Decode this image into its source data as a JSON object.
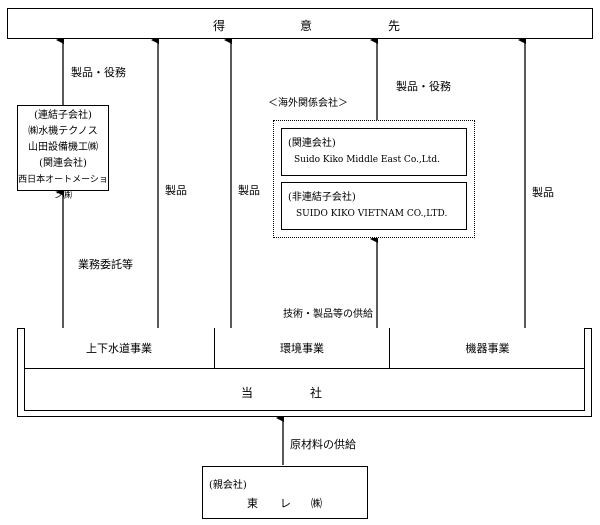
{
  "customers": {
    "c1": "得",
    "c2": "意",
    "c3": "先"
  },
  "consolidated": {
    "header": "(連結子会社)",
    "name1": "㈱水機テクノス",
    "name2": "山田設備機工㈱",
    "assoc_header": "(関連会社)",
    "name3": "西日本オートメーション㈱"
  },
  "overseas": {
    "title": "＜海外関係会社＞",
    "box1_header": "(関連会社)",
    "box1_name": "Suido Kiko Middle East Co.,Ltd.",
    "box2_header": "(非連結子会社)",
    "box2_name": "SUIDO KIKO VIETNAM CO.,LTD."
  },
  "labels": {
    "products_services_left": "製品・役務",
    "products_services_right": "製品・役務",
    "products_a": "製品",
    "products_b": "製品",
    "products_c": "製品",
    "outsourcing": "業務委託等",
    "tech_supply": "技術・製品等の供給",
    "raw_material": "原材料の供給"
  },
  "company": {
    "seg1": "上下水道事業",
    "seg2": "環境事業",
    "seg3": "機器事業",
    "name_c1": "当",
    "name_c2": "社"
  },
  "parent": {
    "header": "(親会社)",
    "n1": "東",
    "n2": "レ",
    "n3": "㈱"
  }
}
